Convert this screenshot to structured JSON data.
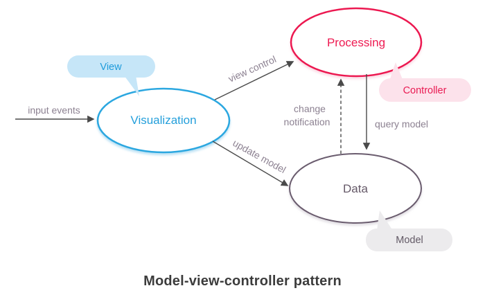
{
  "background": "#ffffff",
  "title": {
    "text": "Model-view-controller pattern",
    "color": "#3c3c3c"
  },
  "nodes": {
    "visualization": {
      "label": "Visualization",
      "stroke": "#2BA7E0",
      "text_color": "#249FDB"
    },
    "processing": {
      "label": "Processing",
      "stroke": "#EC1850",
      "text_color": "#EE1A51"
    },
    "data": {
      "label": "Data",
      "stroke": "#6A5C6E",
      "text_color": "#655968"
    }
  },
  "bubbles": {
    "view": {
      "label": "View",
      "bg": "#C6E6F8",
      "text_color": "#1E9BDB"
    },
    "controller": {
      "label": "Controller",
      "bg": "#FCE2EB",
      "text_color": "#E91A52"
    },
    "model": {
      "label": "Model",
      "bg": "#ECEBED",
      "text_color": "#635A66"
    }
  },
  "edges": {
    "input_events": {
      "label": "input events"
    },
    "view_control": {
      "label": "view control"
    },
    "update_model": {
      "label": "update model"
    },
    "change_notification": {
      "line1": "change",
      "line2": "notification"
    },
    "query_model": {
      "label": "query model"
    }
  },
  "edge_label_color": "#8C8191",
  "arrow_color": "#4A4A4A"
}
